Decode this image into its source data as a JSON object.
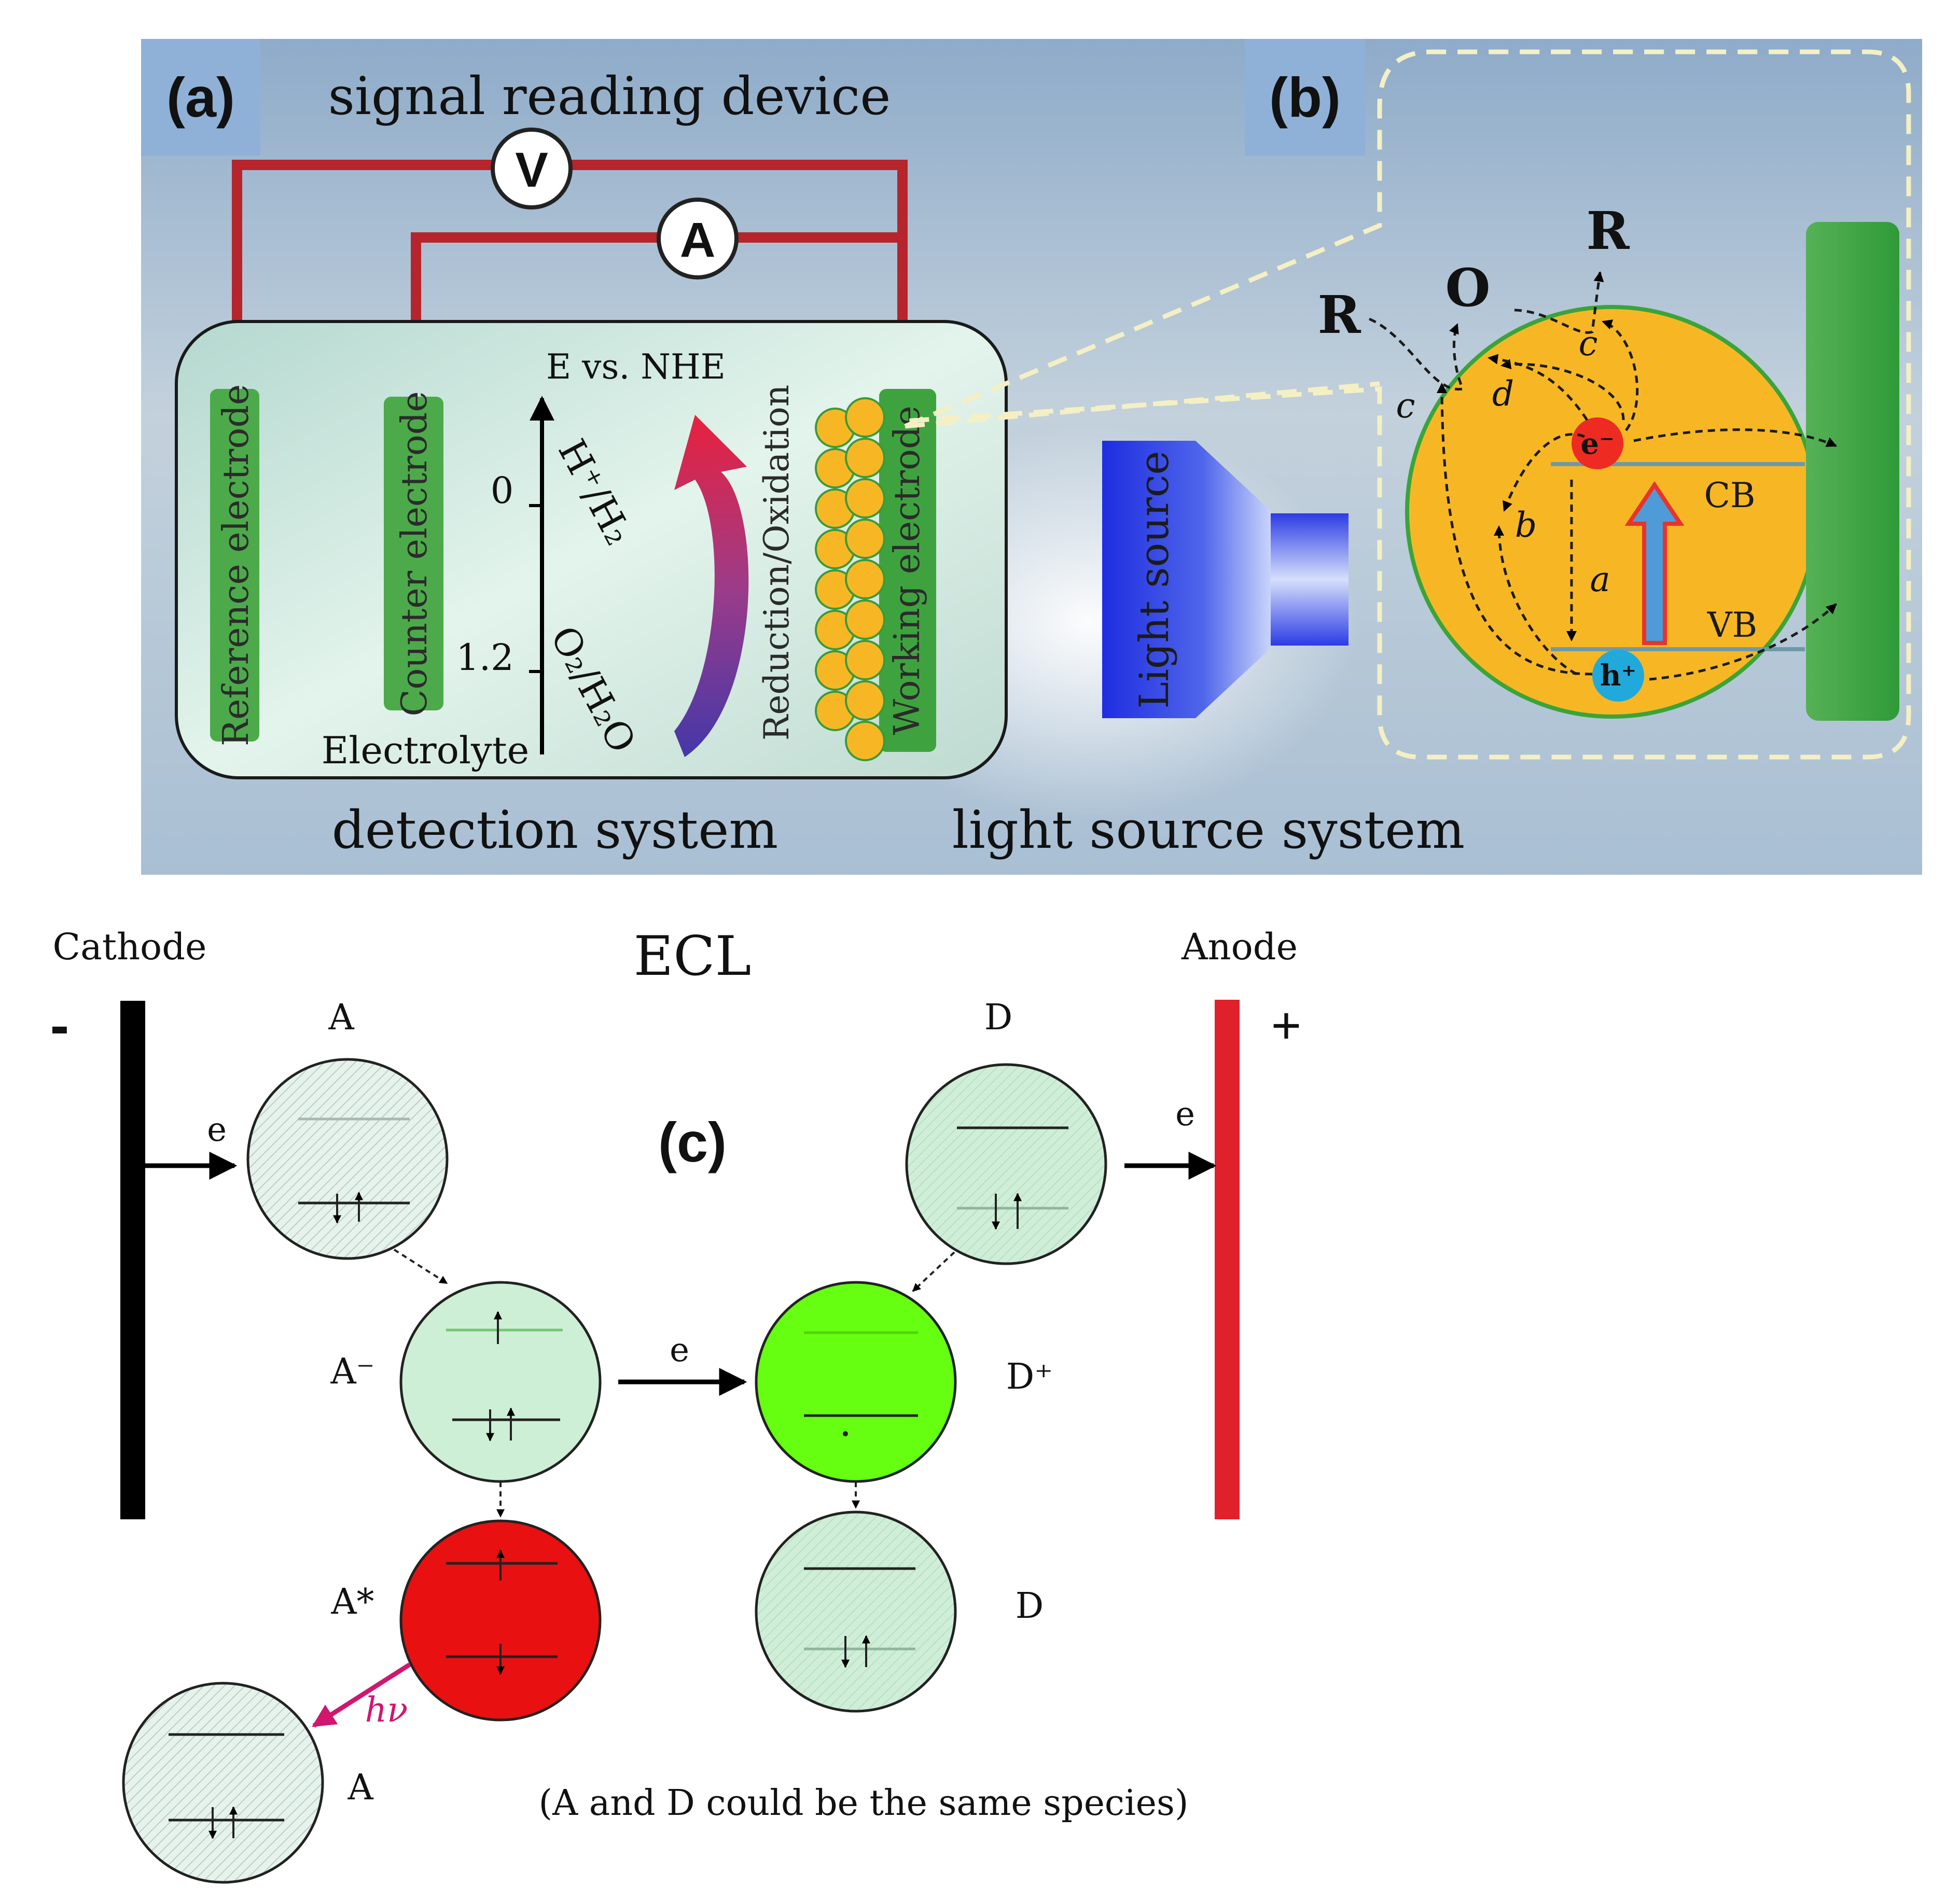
{
  "panel_a": {
    "label": "(a)",
    "title": "signal reading device",
    "meter_v": "V",
    "meter_a": "A",
    "reference_electrode": "Reference electrode",
    "counter_electrode": "Counter electrode",
    "working_electrode": "Working electrode",
    "axis_title": "E vs. NHE",
    "tick_0": "0",
    "tick_1": "1.2",
    "couple_h": "H⁺/H₂",
    "couple_o": "O₂/H₂O",
    "redox_label": "Reduction/Oxidation",
    "electrolyte": "Electrolyte",
    "detection_system": "detection system",
    "light_source": "Light source",
    "light_source_system": "light source system"
  },
  "panel_b": {
    "label": "(b)",
    "r_left": "R",
    "o_label": "O",
    "r_top": "R",
    "electron": "e⁻",
    "hole": "h⁺",
    "cb": "CB",
    "vb": "VB",
    "path_a": "a",
    "path_b": "b",
    "path_c_left": "c",
    "path_c_right": "c",
    "path_d": "d"
  },
  "panel_c": {
    "label": "(c)",
    "title": "ECL",
    "cathode": "Cathode",
    "anode": "Anode",
    "minus": "-",
    "plus": "+",
    "species_a_top": "A",
    "species_d_top": "D",
    "species_a_minus": "A⁻",
    "species_d_plus": "D⁺",
    "species_a_star": "A*",
    "species_d_bottom": "D",
    "species_a_bottom": "A",
    "electron_left": "e",
    "electron_mid": "e",
    "electron_right": "e",
    "photon": "hν",
    "note": "(A and D could be the same species)"
  },
  "colors": {
    "wire": "#b5252b",
    "electrode": "#4caa4a",
    "particle": "#f7b724",
    "cathode": "#000000",
    "anode": "#e0202a",
    "excited": "#e81010",
    "oxidized": "#66ff11",
    "reduced": "#cdefd5",
    "photon": "#d01770"
  }
}
